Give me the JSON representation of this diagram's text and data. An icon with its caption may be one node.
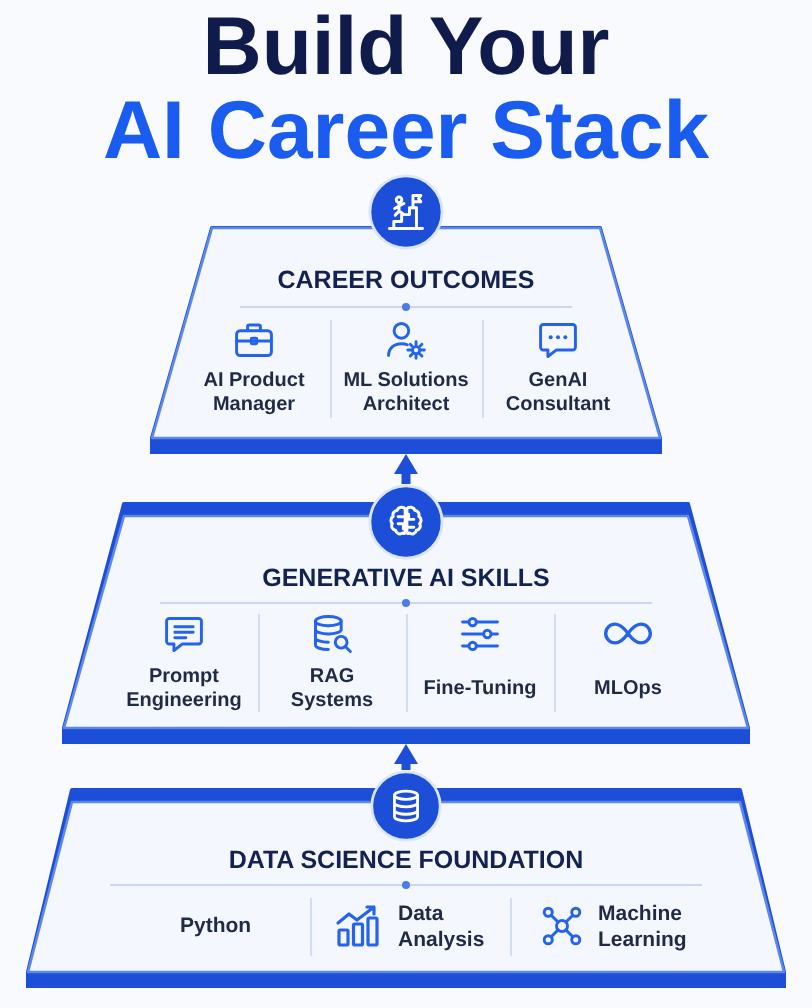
{
  "diagram": {
    "title": "Build Your AI Career Stack",
    "nodes": [
      {
        "text": [
          "CAREER OUTCOMES"
        ]
      },
      {
        "text": [
          "AI Product Manager"
        ],
        "in": 0
      },
      {
        "text": [
          "ML Solutions Architect"
        ],
        "in": 0
      },
      {
        "text": [
          "GenAI Consultant"
        ],
        "in": 0
      },
      {
        "text": [
          "GENERATIVE AI SKILLS"
        ]
      },
      {
        "text": [
          "Prompt Engineering"
        ],
        "in": 4
      },
      {
        "text": [
          "RAG Systems"
        ],
        "in": 4
      },
      {
        "text": [
          "Fine-Tuning"
        ],
        "in": 4
      },
      {
        "text": [
          "MLOps"
        ],
        "in": 4
      },
      {
        "text": [
          "DATA SCIENCE FOUNDATION"
        ]
      },
      {
        "text": [
          "Python"
        ],
        "in": 9
      },
      {
        "text": [
          "Data Analysis"
        ],
        "in": 9
      },
      {
        "text": [
          "Machine Learning"
        ],
        "in": 9
      }
    ],
    "edges": [
      {
        "from": 4,
        "to": 0,
        "arrow": "to"
      },
      {
        "from": 9,
        "to": 4,
        "arrow": "to"
      }
    ]
  }
}
